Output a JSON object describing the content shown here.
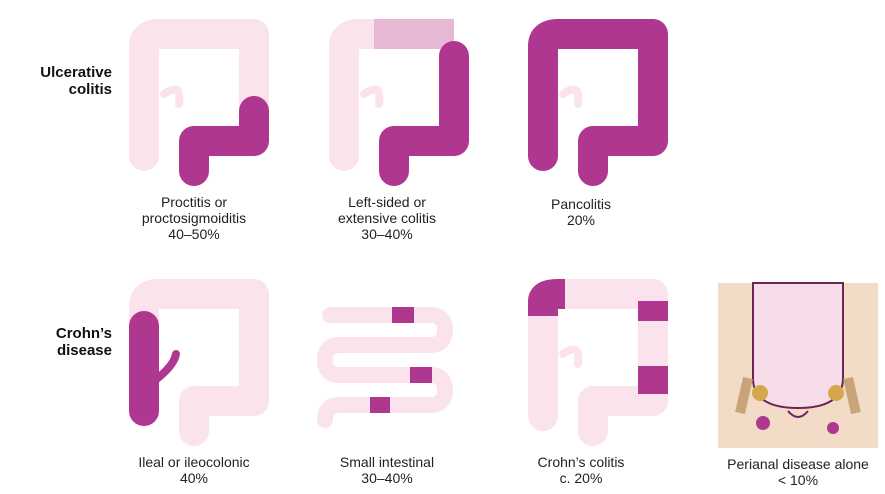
{
  "rows": [
    {
      "label_line1": "Ulcerative",
      "label_line2": "colitis"
    },
    {
      "label_line1": "Crohn’s",
      "label_line2": "disease"
    }
  ],
  "panels": [
    {
      "line1": "Proctitis or",
      "line2": "proctosigmoiditis",
      "pct": "40–50%"
    },
    {
      "line1": "Left-sided or",
      "line2": "extensive colitis",
      "pct": "30–40%"
    },
    {
      "line1": "Pancolitis",
      "line2": "",
      "pct": "20%"
    },
    {
      "line1": "Ileal or ileocolonic",
      "line2": "",
      "pct": "40%"
    },
    {
      "line1": "Small intestinal",
      "line2": "",
      "pct": "30–40%"
    },
    {
      "line1": "Crohn’s colitis",
      "line2": "",
      "pct": "c. 20%"
    },
    {
      "line1": "Perianal disease alone",
      "line2": "",
      "pct": "< 10%"
    }
  ],
  "colors": {
    "healthy": "#fbe3ee",
    "diseased": "#b0378f",
    "mild": "#e6b8d3",
    "outline": "#6d2456"
  }
}
